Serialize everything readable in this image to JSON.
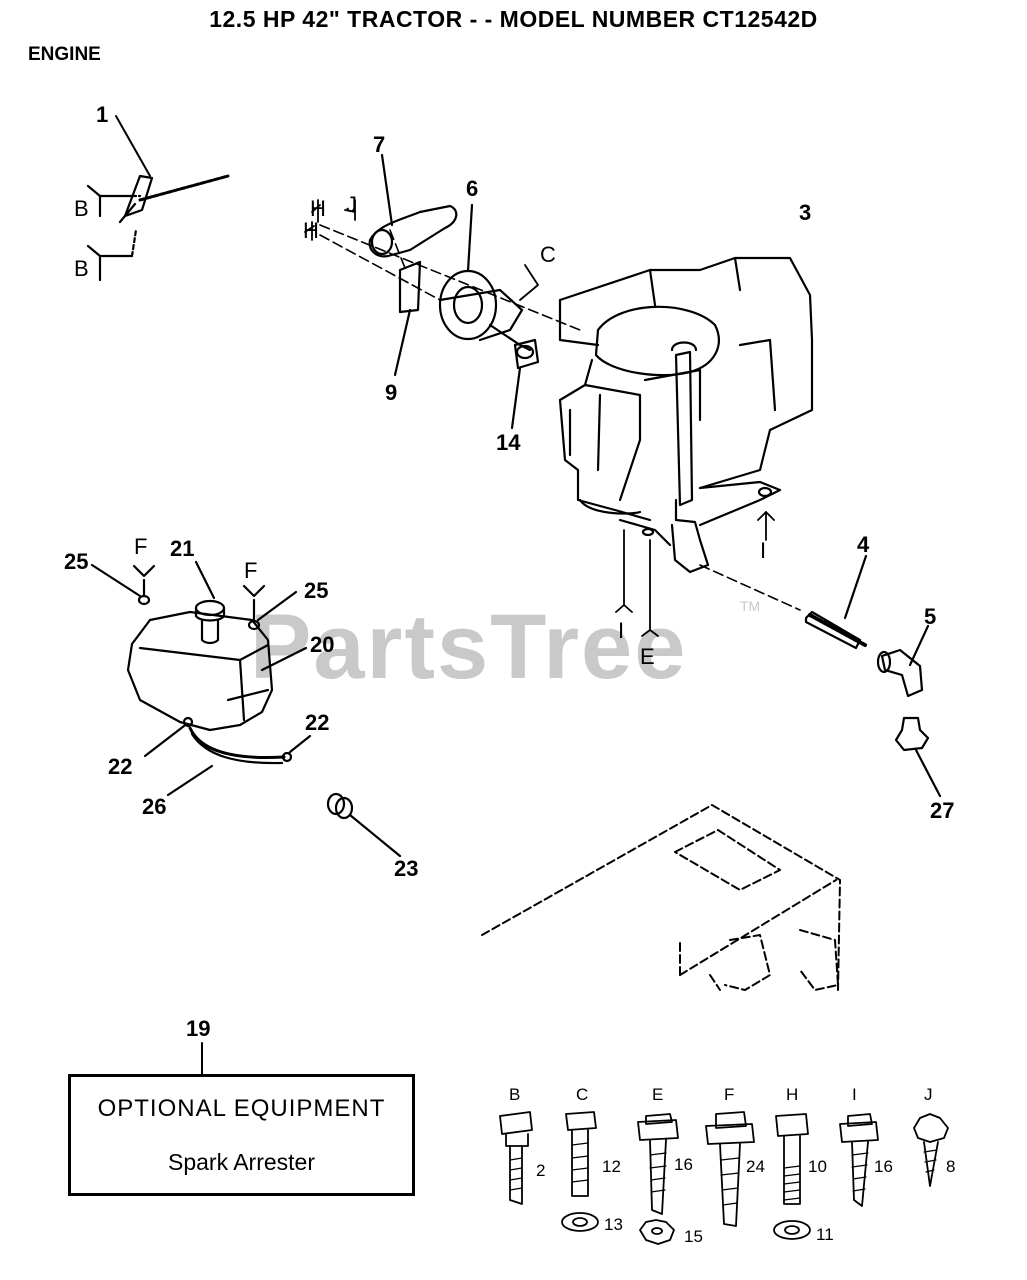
{
  "header": {
    "title": "12.5 HP 42\" TRACTOR - - MODEL NUMBER CT12542D",
    "section": "ENGINE"
  },
  "watermark": {
    "text": "PartsTree",
    "tm": "TM"
  },
  "callouts": {
    "c1": "1",
    "c3": "3",
    "c4": "4",
    "c5": "5",
    "c6": "6",
    "c7": "7",
    "c9": "9",
    "c14": "14",
    "c19": "19",
    "c20": "20",
    "c21": "21",
    "c22a": "22",
    "c22b": "22",
    "c23": "23",
    "c25a": "25",
    "c25b": "25",
    "c26": "26",
    "c27": "27"
  },
  "ref_letters": {
    "b1": "B",
    "b2": "B",
    "h1": "H",
    "h2": "H",
    "j": "J",
    "c": "C",
    "i1": "I",
    "i2": "I",
    "e": "E",
    "f1": "F",
    "f2": "F"
  },
  "optional_equipment": {
    "title": "OPTIONAL EQUIPMENT",
    "item": "Spark Arrester"
  },
  "hardware": [
    {
      "letter": "B",
      "number": "2"
    },
    {
      "letter": "C",
      "number": "12",
      "washer": "13"
    },
    {
      "letter": "E",
      "number": "16",
      "washer": "15"
    },
    {
      "letter": "F",
      "number": "24"
    },
    {
      "letter": "H",
      "number": "10",
      "washer": "11"
    },
    {
      "letter": "I",
      "number": "16"
    },
    {
      "letter": "J",
      "number": "8"
    }
  ]
}
